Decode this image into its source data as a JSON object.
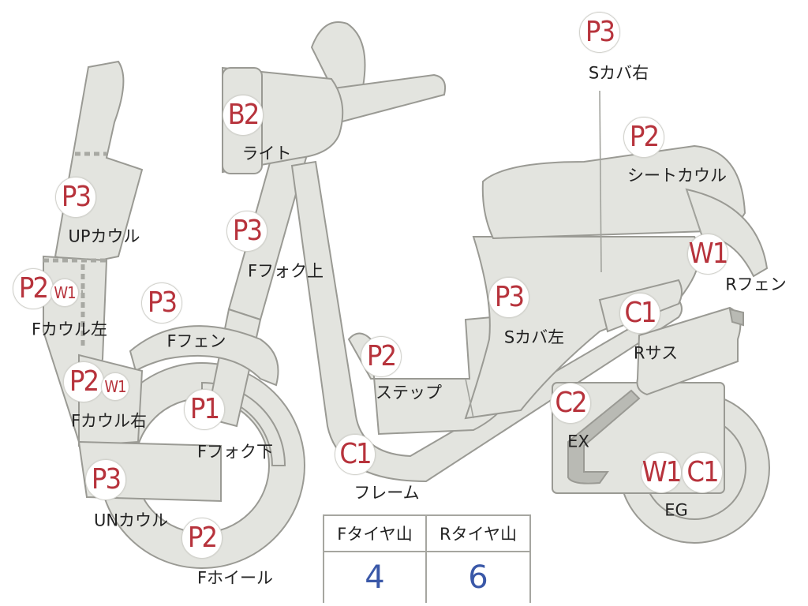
{
  "callouts": [
    {
      "id": "light",
      "grade": "B2",
      "label": "ライト"
    },
    {
      "id": "up-cowl",
      "grade": "P3",
      "label": "UPカウル"
    },
    {
      "id": "f-cowl-left",
      "grade": "P2",
      "grade_extra": "W1",
      "label": "Fカウル左"
    },
    {
      "id": "f-cowl-right",
      "grade": "P2",
      "grade_extra": "W1",
      "label": "Fカウル右"
    },
    {
      "id": "un-cowl",
      "grade": "P3",
      "label": "UNカウル"
    },
    {
      "id": "f-wheel",
      "grade": "P2",
      "label": "Fホイール"
    },
    {
      "id": "f-fork-lower",
      "grade": "P1",
      "label": "Fフォク下"
    },
    {
      "id": "f-fender",
      "grade": "P3",
      "label": "Fフェン"
    },
    {
      "id": "f-fork-upper",
      "grade": "P3",
      "label": "Fフォク上"
    },
    {
      "id": "frame",
      "grade": "C1",
      "label": "フレーム"
    },
    {
      "id": "step",
      "grade": "P2",
      "label": "ステップ"
    },
    {
      "id": "s-cover-left",
      "grade": "P3",
      "label": "Sカバ左"
    },
    {
      "id": "s-cover-right",
      "grade": "P3",
      "label": "Sカバ右"
    },
    {
      "id": "seat-cowl",
      "grade": "P2",
      "label": "シートカウル"
    },
    {
      "id": "r-fender",
      "grade": "W1",
      "label": "Rフェン"
    },
    {
      "id": "r-suspension",
      "grade": "C1",
      "label": "Rサス"
    },
    {
      "id": "exhaust",
      "grade": "C2",
      "label": "EX"
    },
    {
      "id": "engine",
      "grade": "W1",
      "grade_extra": "C1",
      "label": "EG"
    }
  ],
  "tire_table": {
    "headers": [
      "Fタイヤ山",
      "Rタイヤ山"
    ],
    "values": [
      "4",
      "6"
    ]
  },
  "colors": {
    "part_fill": "#e3e4df",
    "part_outline": "#9a9a94",
    "grade_text": "#b7333c",
    "tire_value": "#3a58a8"
  }
}
